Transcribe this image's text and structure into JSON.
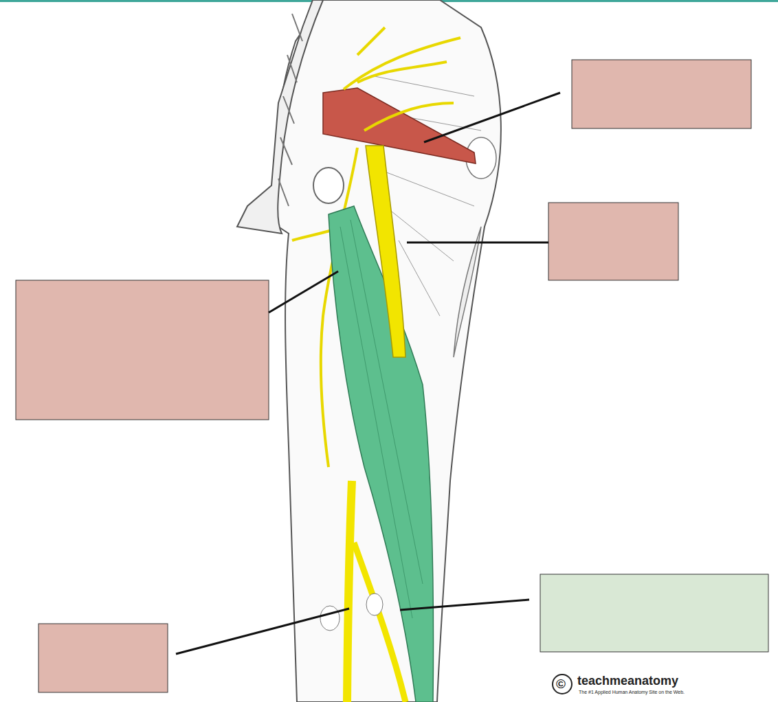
{
  "diagram": {
    "labels": [
      "©",
      "teachmeanatomy",
      "The #1 Applied Human Anatomy Site on the Web."
    ]
  }
}
